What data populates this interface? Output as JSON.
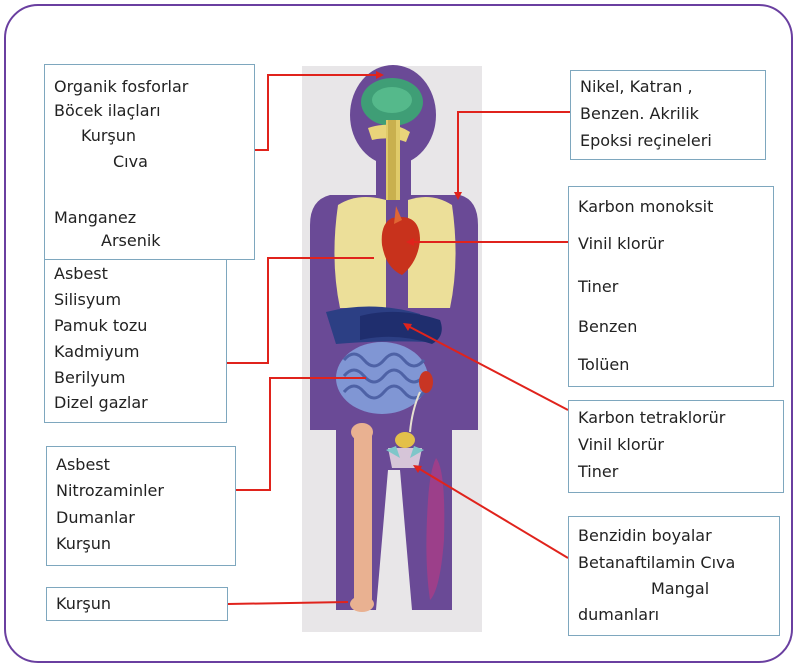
{
  "colors": {
    "frame": "#6a3fa0",
    "connector": "#e0231c",
    "body": "#6a4a96",
    "box_border": "#7ea7be"
  },
  "left_boxes": {
    "brain": [
      "Organik fosforlar",
      "Böcek ilaçları",
      "Kurşun",
      "Cıva",
      "Manganez",
      "Arsenik"
    ],
    "lungs": [
      "Asbest",
      "Silisyum",
      "Pamuk tozu",
      "Kadmiyum",
      "Berilyum",
      "Dizel gazlar"
    ],
    "intestine": [
      "Asbest",
      "Nitrozaminler",
      "Dumanlar",
      "Kurşun"
    ],
    "bone": [
      "Kurşun"
    ]
  },
  "right_boxes": {
    "skin": [
      "Nikel, Katran ,",
      "Benzen. Akrilik",
      "Epoksi reçineleri"
    ],
    "heart": [
      "Karbon monoksit",
      "Vinil klorür",
      "Tiner",
      "Benzen",
      "Tolüen"
    ],
    "liver": [
      "Karbon tetraklorür",
      "Vinil klorür",
      "Tiner"
    ],
    "bladder": [
      "Benzidin boyalar",
      "Betanaftilamin Cıva",
      "Mangal",
      "dumanları"
    ]
  }
}
